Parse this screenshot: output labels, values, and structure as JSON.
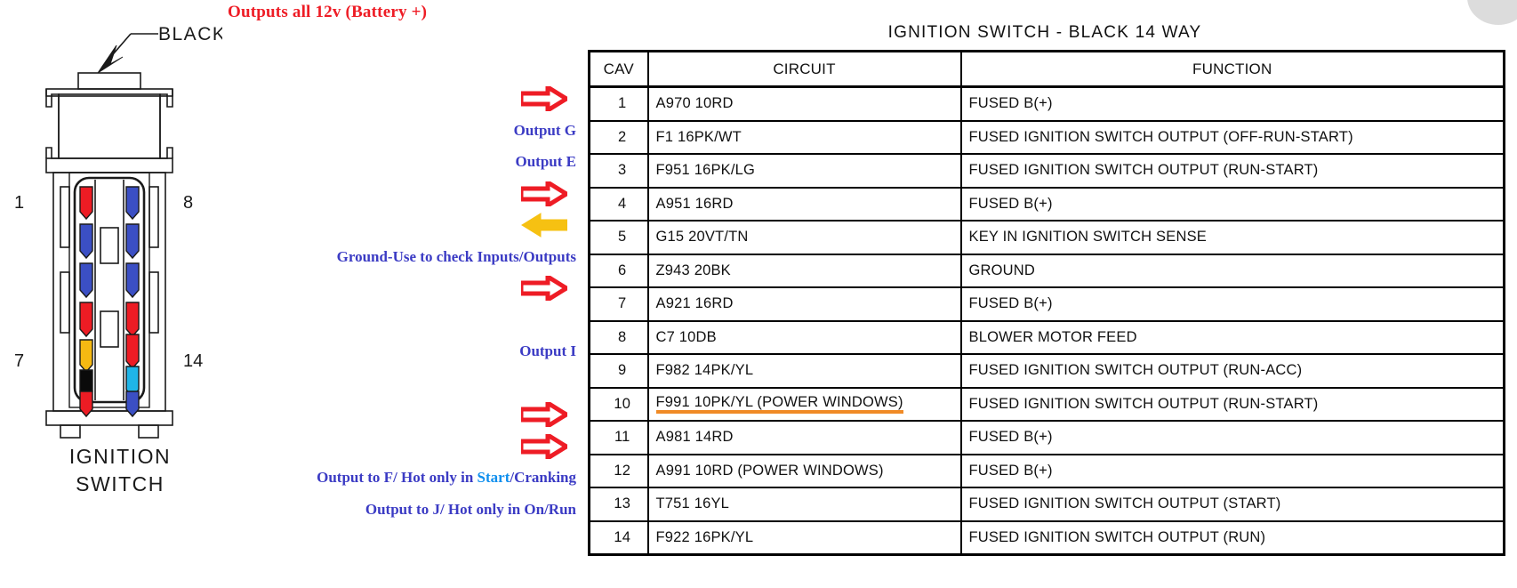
{
  "heading": {
    "red_note": "Outputs all 12v (Battery +)"
  },
  "connector": {
    "callout_label": "BLACK",
    "pin_left_top": "1",
    "pin_right_top": "8",
    "pin_left_bottom": "7",
    "pin_right_bottom": "14",
    "caption_line1": "IGNITION",
    "caption_line2": "SWITCH",
    "terminal_colors_left": [
      "#ed1c24",
      "#3b4fc4",
      "#3b4fc4",
      "#ed1c24",
      "#f6b912",
      "#0a0a0a",
      "#ed1c24"
    ],
    "terminal_colors_right": [
      "#3b4fc4",
      "#3b4fc4",
      "#3b4fc4",
      "#ed1c24",
      "#ed1c24",
      "#1fb5e8",
      "#3b4fc4"
    ]
  },
  "table": {
    "title": "IGNITION SWITCH - BLACK 14 WAY",
    "headers": [
      "CAV",
      "CIRCUIT",
      "FUNCTION"
    ],
    "rows": [
      {
        "cav": "1",
        "circuit": "A970 10RD",
        "function": "FUSED B(+)"
      },
      {
        "cav": "2",
        "circuit": "F1 16PK/WT",
        "function": "FUSED IGNITION SWITCH OUTPUT (OFF-RUN-START)"
      },
      {
        "cav": "3",
        "circuit": "F951 16PK/LG",
        "function": "FUSED IGNITION SWITCH OUTPUT (RUN-START)"
      },
      {
        "cav": "4",
        "circuit": "A951 16RD",
        "function": "FUSED B(+)"
      },
      {
        "cav": "5",
        "circuit": "G15 20VT/TN",
        "function": "KEY IN IGNITION SWITCH SENSE"
      },
      {
        "cav": "6",
        "circuit": "Z943 20BK",
        "function": "GROUND"
      },
      {
        "cav": "7",
        "circuit": "A921 16RD",
        "function": "FUSED B(+)"
      },
      {
        "cav": "8",
        "circuit": "C7 10DB",
        "function": "BLOWER MOTOR FEED"
      },
      {
        "cav": "9",
        "circuit": "F982 14PK/YL",
        "function": "FUSED IGNITION SWITCH OUTPUT (RUN-ACC)"
      },
      {
        "cav": "10",
        "circuit": "F991 10PK/YL (POWER WINDOWS)",
        "function": "FUSED IGNITION SWITCH OUTPUT (RUN-START)",
        "underlined": true
      },
      {
        "cav": "11",
        "circuit": "A981 14RD",
        "function": "FUSED B(+)"
      },
      {
        "cav": "12",
        "circuit": "A991 10RD (POWER WINDOWS)",
        "function": "FUSED B(+)"
      },
      {
        "cav": "13",
        "circuit": "T751 16YL",
        "function": "FUSED IGNITION SWITCH OUTPUT (START)"
      },
      {
        "cav": "14",
        "circuit": "F922 16PK/YL",
        "function": "FUSED IGNITION SWITCH OUTPUT (RUN)"
      }
    ]
  },
  "annotations": [
    {
      "row": 1,
      "type": "arrow-red",
      "text": ""
    },
    {
      "row": 2,
      "type": "text",
      "text": "Output G"
    },
    {
      "row": 3,
      "type": "text",
      "text": "Output E"
    },
    {
      "row": 4,
      "type": "arrow-red",
      "text": ""
    },
    {
      "row": 5,
      "type": "arrow-yellow",
      "text": ""
    },
    {
      "row": 6,
      "type": "text",
      "text": "Ground-Use to check Inputs/Outputs"
    },
    {
      "row": 7,
      "type": "arrow-red",
      "text": ""
    },
    {
      "row": 8,
      "type": "none",
      "text": ""
    },
    {
      "row": 9,
      "type": "text",
      "text": "Output I"
    },
    {
      "row": 10,
      "type": "none",
      "text": ""
    },
    {
      "row": 11,
      "type": "arrow-red",
      "text": ""
    },
    {
      "row": 12,
      "type": "arrow-red",
      "text": ""
    },
    {
      "row": 13,
      "type": "rich",
      "text": "Output to F/ Hot only in Start/Cranking",
      "parts": [
        {
          "t": "Output to F/ Hot only in ",
          "c": "blue"
        },
        {
          "t": "Start",
          "c": "cyan"
        },
        {
          "t": "/Cranking",
          "c": "blue"
        }
      ]
    },
    {
      "row": 14,
      "type": "text",
      "text": "Output to J/ Hot only in On/Run"
    }
  ],
  "colors": {
    "red_note": "#ee1c25",
    "annotation_blue": "#3b3bc4",
    "highlight_blue": "#0f8fee",
    "arrow_red": "#ee1c25",
    "arrow_yellow": "#f6c112",
    "underline_orange": "#f08a26"
  }
}
